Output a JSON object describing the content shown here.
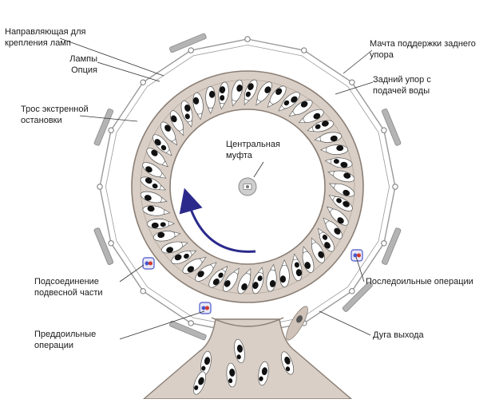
{
  "labels": {
    "lamp_guide": "Направляющая для\nкрепления ламп",
    "lamps_option": "Лампы\nОпция",
    "emergency_cable": "Трос экстренной\nостановки",
    "center_hub": "Центральная\nмуфта",
    "rear_stop_mast": "Мачта поддержки заднего\nупора",
    "rear_stop_water": "Задний упор с\nподачей воды",
    "suspension_connection": "Подсоединение\nподвесной части",
    "post_dip": "Последоильные операции",
    "pre_dip": "Преддоильные\nоперации",
    "exit_arc": "Дуга выхода"
  },
  "colors": {
    "deck": "#d9cfc6",
    "deck_edge": "#8a7e75",
    "frame": "#9a9a9a",
    "lamp": "#b4b4b4",
    "arrow": "#2b2a8c",
    "leader": "#333333",
    "station_blue": "#4a56c8",
    "station_red": "#d23a2a"
  },
  "icons": {
    "hub": "camera-hub-icon",
    "rotation": "rotation-arrow-icon"
  }
}
